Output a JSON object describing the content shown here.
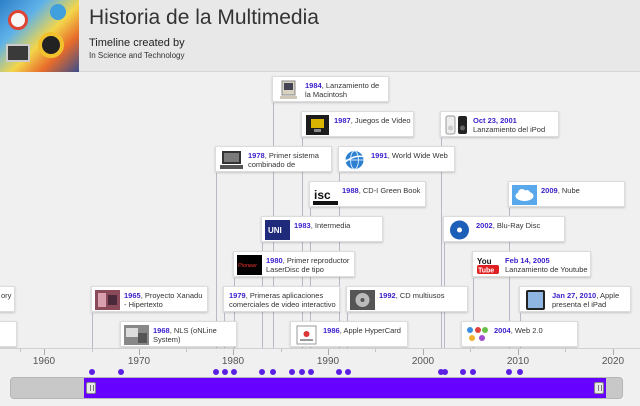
{
  "header": {
    "title": "Historia de la Multimedia",
    "created_by": "Timeline created by",
    "author": "In Science and Technology"
  },
  "events": [
    {
      "date": "1984",
      "text": ", Lanzamiento de la Macintosh",
      "icon": "macintosh-computer-icon"
    },
    {
      "date": "1987",
      "text": ", Juegos de Video",
      "icon": "video-game-screen-icon"
    },
    {
      "date": "Oct 23, 2001",
      "text": "Lanzamiento del iPod",
      "icon": "ipod-icon"
    },
    {
      "date": "1978",
      "text": ", Primer sistema combinado de",
      "icon": "vintage-computer-icon"
    },
    {
      "date": "1991",
      "text": ", World Wide Web",
      "icon": "globe-icon"
    },
    {
      "date": "1988",
      "text": ", CD-I Green Book",
      "icon": "cd-interactive-logo-icon"
    },
    {
      "date": "2009",
      "text": ", Nube",
      "icon": "cloud-icon"
    },
    {
      "date": "1983",
      "text": ", Intermedia",
      "icon": "intermedia-logo-icon"
    },
    {
      "date": "2002",
      "text": ", Blu-Ray Disc",
      "icon": "blu-ray-disc-icon"
    },
    {
      "date": "1980",
      "text": ", Primer reproductor LaserDisc de tipo",
      "icon": "pioneer-logo-icon"
    },
    {
      "date": "Feb 14, 2005",
      "text": "Lanzamiento de Youtube",
      "icon": "youtube-logo-icon"
    },
    {
      "date": "",
      "text": "ory",
      "icon": ""
    },
    {
      "date": "1965",
      "text": ", Proyecto Xanadu - Hipertexto",
      "icon": "xanadu-thumbnail-icon"
    },
    {
      "date": "1979",
      "text": ", Primeras aplicaciones comerciales de video interactivo",
      "icon": ""
    },
    {
      "date": "1992",
      "text": ", CD multiusos",
      "icon": "cd-drive-icon"
    },
    {
      "date": "Jan 27, 2010",
      "text": ", Apple presenta el iPad",
      "icon": "ipad-icon"
    },
    {
      "date": "1968",
      "text": ", NLS (oNLine System)",
      "icon": "nls-photo-icon"
    },
    {
      "date": "1986",
      "text": ", Apple HyperCard",
      "icon": "hypercard-icon"
    },
    {
      "date": "2004",
      "text": ", Web 2.0",
      "icon": "web2-logos-icon"
    },
    {
      "date": "",
      "text": "",
      "icon": ""
    }
  ],
  "axis": {
    "labels": [
      "1960",
      "1970",
      "1980",
      "1990",
      "2000",
      "2010",
      "2020"
    ]
  },
  "colors": {
    "accent": "#6600ff",
    "date_text": "#3b1fcc",
    "dot": "#5a1fe0"
  }
}
